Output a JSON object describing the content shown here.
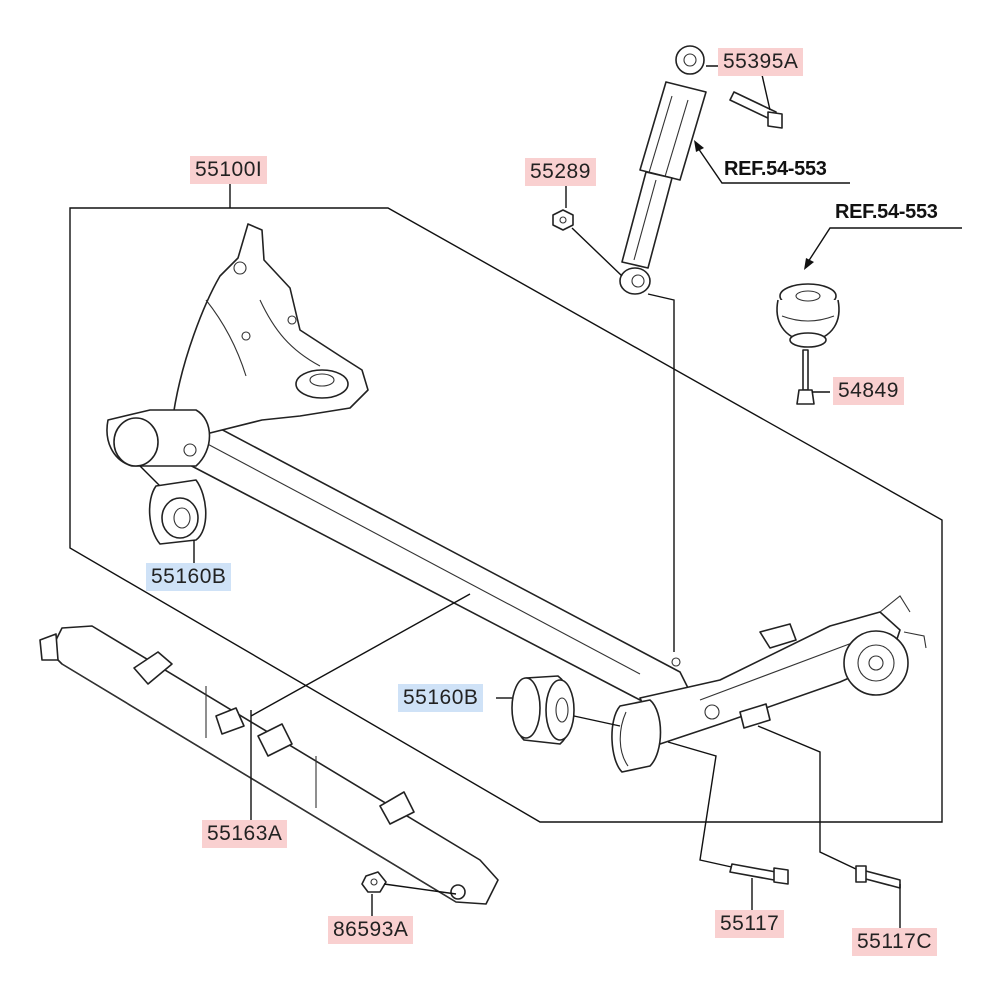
{
  "callouts": [
    {
      "id": "55100I",
      "label": "55100I",
      "highlight": "pink"
    },
    {
      "id": "55395A",
      "label": "55395A",
      "highlight": "pink"
    },
    {
      "id": "55289",
      "label": "55289",
      "highlight": "pink"
    },
    {
      "id": "54849",
      "label": "54849",
      "highlight": "pink"
    },
    {
      "id": "55160B_left",
      "label": "55160B",
      "highlight": "blue"
    },
    {
      "id": "55160B_right",
      "label": "55160B",
      "highlight": "blue"
    },
    {
      "id": "55163A",
      "label": "55163A",
      "highlight": "pink"
    },
    {
      "id": "86593A",
      "label": "86593A",
      "highlight": "pink"
    },
    {
      "id": "55117",
      "label": "55117",
      "highlight": "pink"
    },
    {
      "id": "55117C",
      "label": "55117C",
      "highlight": "pink"
    }
  ],
  "references": [
    {
      "id": "ref_shock",
      "label": "REF.54-553"
    },
    {
      "id": "ref_bump",
      "label": "REF.54-553"
    }
  ],
  "colors": {
    "pink_highlight": "#f9d0d0",
    "blue_highlight": "#cfe2f7",
    "line": "#111111"
  }
}
